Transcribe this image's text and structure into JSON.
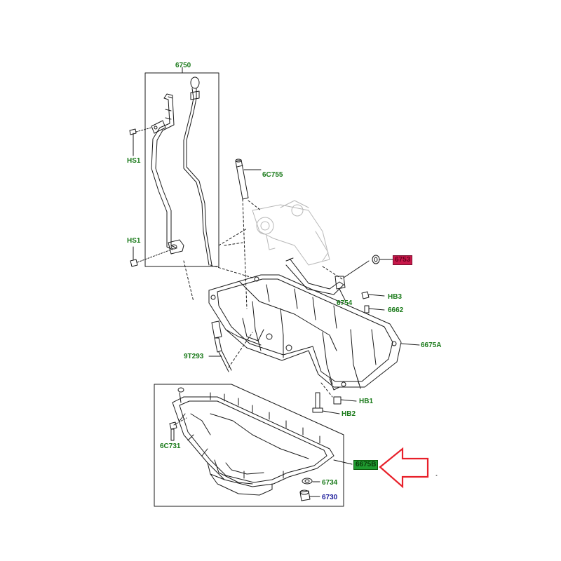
{
  "labels": {
    "p6750": "6750",
    "hs1_top": "HS1",
    "hs1_bottom": "HS1",
    "p6c755": "6C755",
    "p6753": "6753",
    "hb3": "HB3",
    "p6754": "6754",
    "p6662": "6662",
    "p6675a": "6675A",
    "p9t293": "9T293",
    "hb1": "HB1",
    "hb2": "HB2",
    "p6c731": "6C731",
    "p6675b": "6675B",
    "p6734": "6734",
    "p6730": "6730"
  },
  "colors": {
    "label_green": "#1a7a1a",
    "label_blue": "#1a1a9a",
    "highlight_green": "#1f9a2f",
    "highlight_red": "#c8184a",
    "arrow_red": "#e8202a",
    "line": "#1a1a1a"
  },
  "icons": {
    "pointer": "red-outline-arrow-left"
  }
}
